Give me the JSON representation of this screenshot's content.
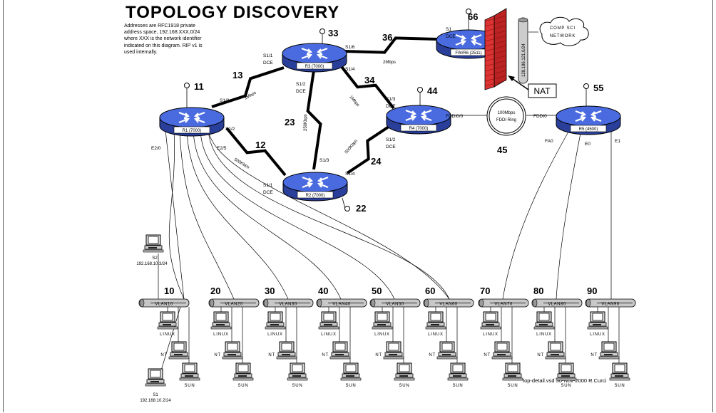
{
  "title": "TOPOLOGY DISCOVERY",
  "description": "Addresses are RFC1918 private address space, 192.168.XXX.0/24 where XXX is the network identifier indicated on this diagram.  RIP v1 is used internally.",
  "footer": "top-detail.vsd  30-Nov-2000  R.Curci",
  "routers": [
    {
      "id": "R1",
      "label": "R1 (7000)",
      "number": "11"
    },
    {
      "id": "R2",
      "label": "R2 (7000)",
      "number": "22"
    },
    {
      "id": "R3",
      "label": "R3 (7000)",
      "number": "33"
    },
    {
      "id": "R4",
      "label": "R4 (7000)",
      "number": "44"
    },
    {
      "id": "R5",
      "label": "R5 (4500)",
      "number": "55"
    },
    {
      "id": "R6",
      "label": "FW/R6 (2511)",
      "number": "66"
    }
  ],
  "links": [
    {
      "number": "13",
      "speed": "1Mbps"
    },
    {
      "number": "12",
      "speed": "500Kbps"
    },
    {
      "number": "23",
      "speed": "250Kbps"
    },
    {
      "number": "34",
      "speed": "1Mbps"
    },
    {
      "number": "24",
      "speed": "500Kbps"
    },
    {
      "number": "36",
      "speed": "2Mbps"
    }
  ],
  "interfaces": [
    "S1/1",
    "DCE",
    "S1/3",
    "S1/2",
    "E2/0",
    "E2/5",
    "S1/6",
    "S1/4",
    "S1/2",
    "DCE",
    "S1/3",
    "S1/4",
    "S1/1",
    "DCE",
    "S1/3",
    "DCE",
    "S1/2",
    "DCE",
    "FDDI0/0",
    "S1",
    "DCE",
    "FDDI0",
    "FA0",
    "E0",
    "E1"
  ],
  "fddi": {
    "label_line1": "100Mbps",
    "label_line2": "FDDI Ring",
    "number": "45"
  },
  "cloud": {
    "label_line1": "COMP SCI",
    "label_line2": "NETWORK"
  },
  "external_net": "128.186.121.0/24",
  "nat": "NAT",
  "vlans": [
    {
      "number": "10",
      "label": "VLAN10"
    },
    {
      "number": "20",
      "label": "VLAN20"
    },
    {
      "number": "30",
      "label": "VLAN30"
    },
    {
      "number": "40",
      "label": "VLAN40"
    },
    {
      "number": "50",
      "label": "VLAN50"
    },
    {
      "number": "60",
      "label": "VLAN60"
    },
    {
      "number": "70",
      "label": "VLAN70"
    },
    {
      "number": "80",
      "label": "VLAN80"
    },
    {
      "number": "90",
      "label": "VLAN90"
    }
  ],
  "host_labels": {
    "linux": "LINUX",
    "nt": "NT",
    "sun": "SUN"
  },
  "servers": [
    {
      "name": "S2",
      "ip": "192.168.10.3/24"
    },
    {
      "name": "S1",
      "ip": "192.168.10.2/24"
    }
  ]
}
